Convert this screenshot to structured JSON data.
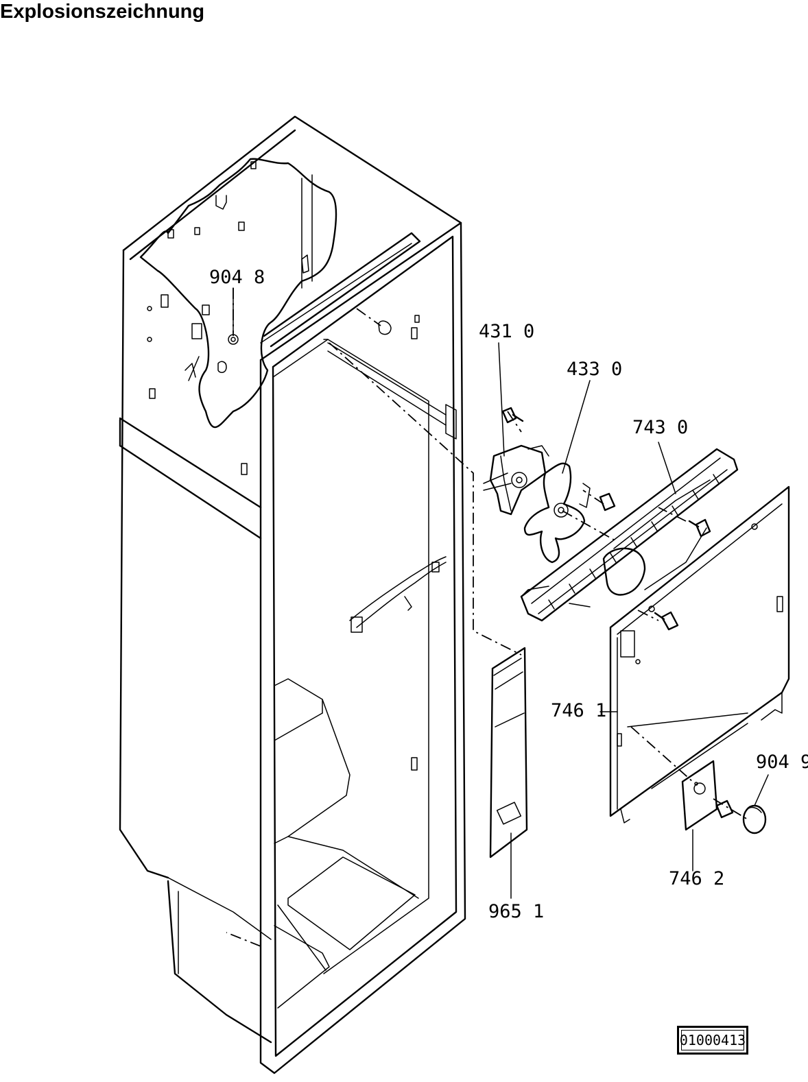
{
  "header": {
    "title": "Explosionszeichnung"
  },
  "labels": {
    "p9048": "904 8",
    "p4310": "431 0",
    "p4330": "433 0",
    "p7430": "743 0",
    "p7461": "746 1",
    "p9049": "904 9",
    "p7462": "746 2",
    "p9651": "965 1"
  },
  "footer": {
    "document_number": "01000413"
  }
}
